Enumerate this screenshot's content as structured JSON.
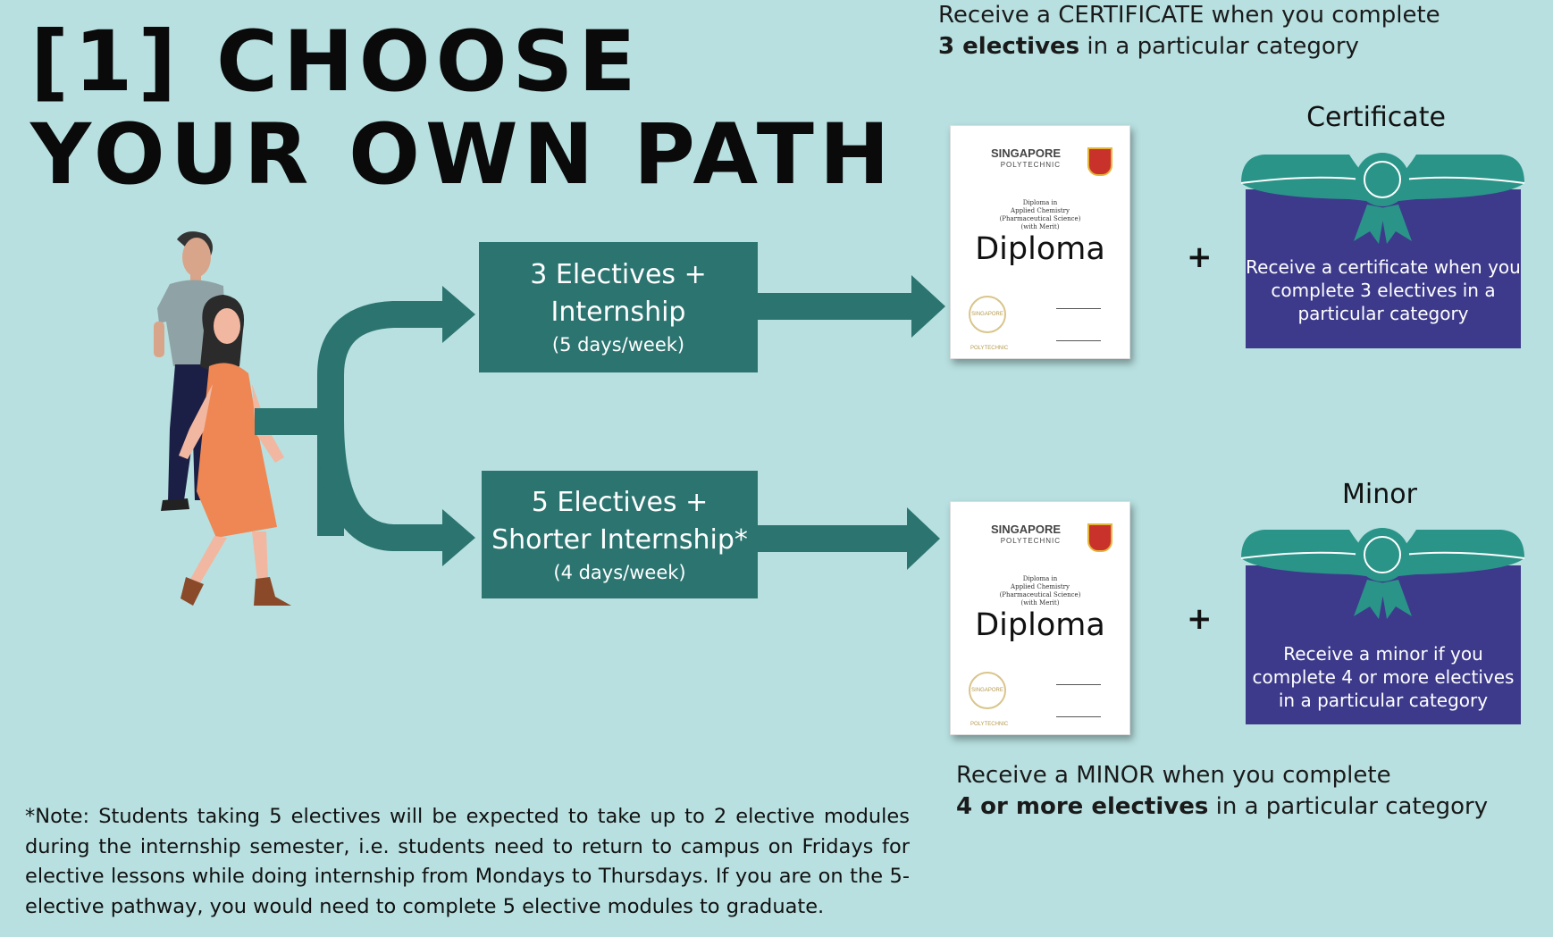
{
  "title": {
    "line1": "[1] CHOOSE",
    "line2": "YOUR OWN PATH"
  },
  "certificate_summary": {
    "line1": "Receive a CERTIFICATE when you complete",
    "bold": "3 electives",
    "rest": " in a particular category"
  },
  "minor_summary": {
    "line1": "Receive a MINOR when you complete",
    "bold": "4 or more electives",
    "rest": " in a particular category"
  },
  "paths": [
    {
      "main_line1": "3 Electives +",
      "main_line2": "Internship",
      "sub": "(5 days/week)"
    },
    {
      "main_line1": "5 Electives +",
      "main_line2": "Shorter Internship*",
      "sub": "(4 days/week)"
    }
  ],
  "diploma": {
    "institution": "SINGAPORE",
    "institution_sub": "POLYTECHNIC",
    "lines": [
      "Diploma in",
      "Applied Chemistry",
      "(Pharmaceutical Science)",
      "(with Merit)"
    ],
    "word": "Diploma",
    "seal_text": "SINGAPORE POLYTECHNIC"
  },
  "plus": "+",
  "awards": [
    {
      "title": "Certificate",
      "text": "Receive a certificate when you complete 3 electives in a particular category"
    },
    {
      "title": "Minor",
      "text": "Receive a minor if you complete 4 or more electives in a particular category"
    }
  ],
  "note": "*Note: Students taking 5 electives will be expected to take up to 2 elective modules during the internship semester, i.e. students need to return to campus on Fridays for elective lessons while doing internship from Mondays to Thursdays. If you are on the 5-elective pathway, you would need to complete 5 elective modules to graduate.",
  "colors": {
    "background": "#b8e0e0",
    "path_teal": "#2b7470",
    "ribbon_teal": "#2a9488",
    "card_purple": "#3d3a8c"
  }
}
